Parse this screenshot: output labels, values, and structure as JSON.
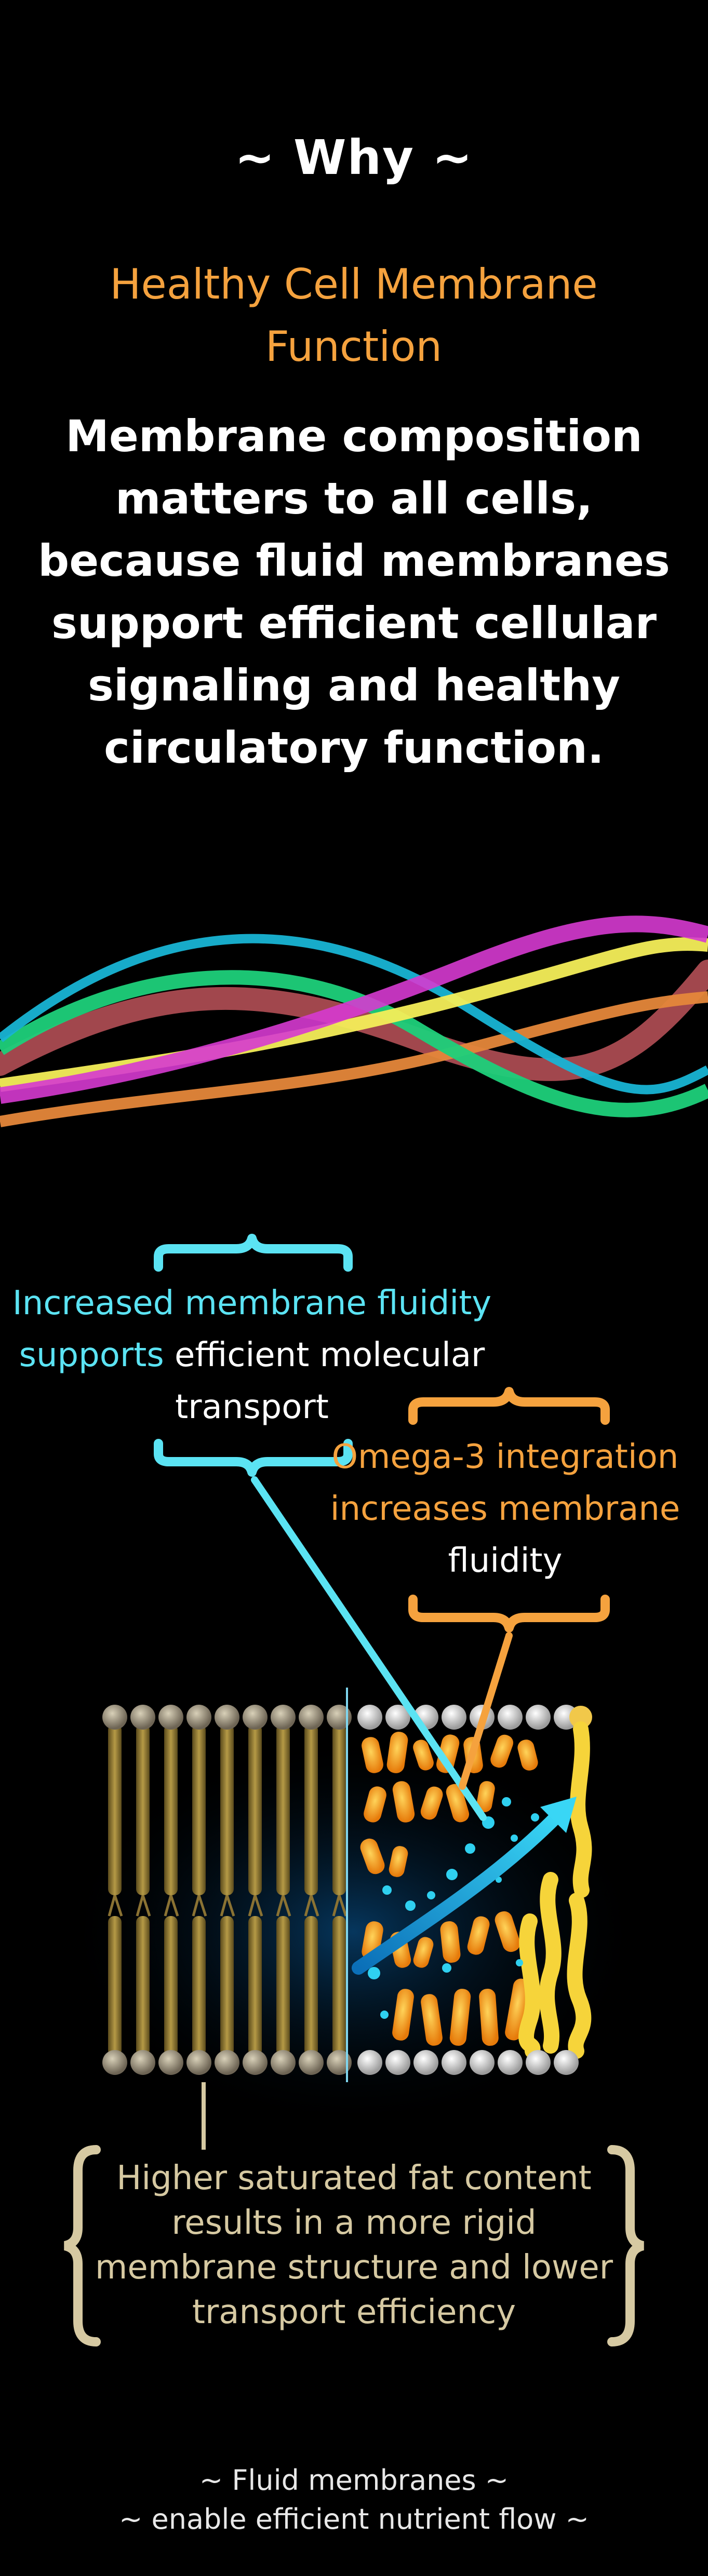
{
  "header": {
    "title": "~  Why  ~",
    "subtitle": "Healthy Cell Membrane Function",
    "intro": "Membrane composition matters to all cells, because fluid membranes support efficient cellular signaling and healthy circulatory function."
  },
  "labels": {
    "fluidity_part1": "Increased membrane fluidity",
    "fluidity_part2": "supports",
    "fluidity_part3": "efficient molecular transport",
    "omega_part1": "Omega-3 integration increases",
    "omega_part2": "membrane",
    "omega_part3": "fluidity",
    "rigid": "Higher saturated fat content results in a more rigid membrane structure and lower transport efficiency"
  },
  "footer": {
    "line1": "~  Fluid membranes  ~",
    "line2": "~  enable efficient nutrient flow  ~"
  },
  "colors": {
    "background": "#000000",
    "accent_orange": "#f5a23e",
    "accent_cyan": "#5be3f3",
    "rigid_beige": "#d6c9a2",
    "wave_cyan": "#18b4d4",
    "wave_magenta": "#d63ad0",
    "wave_yellow": "#f4ee58",
    "wave_green": "#1ed07a",
    "wave_orange": "#e5873a",
    "wave_maroon": "#b34f55"
  }
}
